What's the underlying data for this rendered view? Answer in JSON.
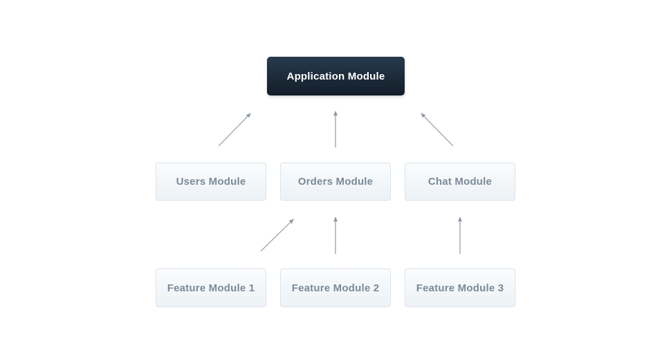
{
  "diagram": {
    "nodes": [
      {
        "id": "application-module",
        "label": "Application Module",
        "variant": "dark"
      },
      {
        "id": "users-module",
        "label": "Users Module",
        "variant": "light"
      },
      {
        "id": "orders-module",
        "label": "Orders Module",
        "variant": "light"
      },
      {
        "id": "chat-module",
        "label": "Chat Module",
        "variant": "light"
      },
      {
        "id": "feature-module-1",
        "label": "Feature Module 1",
        "variant": "light"
      },
      {
        "id": "feature-module-2",
        "label": "Feature Module 2",
        "variant": "light"
      },
      {
        "id": "feature-module-3",
        "label": "Feature Module 3",
        "variant": "light"
      }
    ],
    "edges": [
      {
        "from": "users-module",
        "to": "application-module"
      },
      {
        "from": "orders-module",
        "to": "application-module"
      },
      {
        "from": "chat-module",
        "to": "application-module"
      },
      {
        "from": "feature-module-1",
        "to": "orders-module"
      },
      {
        "from": "feature-module-2",
        "to": "orders-module"
      },
      {
        "from": "feature-module-3",
        "to": "chat-module"
      }
    ],
    "colors": {
      "background": "#ffffff",
      "dark_node_top": "#273a4d",
      "dark_node_bottom": "#131e29",
      "dark_node_text": "#ffffff",
      "light_node_bg_top": "#fafcfd",
      "light_node_bg_bottom": "#edf2f6",
      "light_node_border": "#dbe3ea",
      "light_node_text": "#7b8a98",
      "arrow": "#8d9aa6"
    }
  }
}
